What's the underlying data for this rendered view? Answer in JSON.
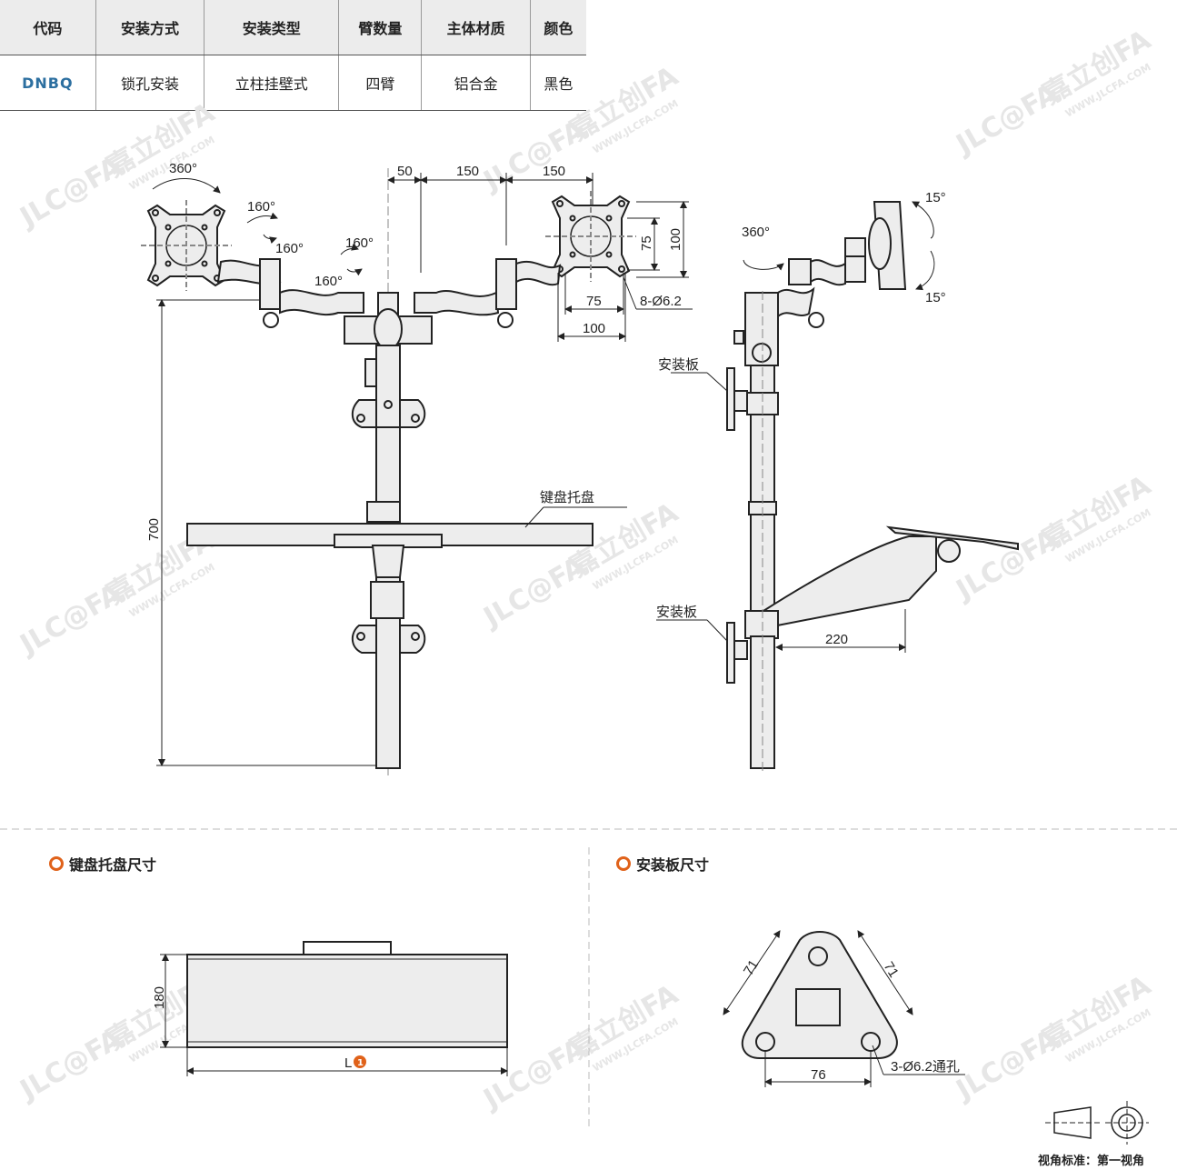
{
  "table": {
    "headers": [
      "代码",
      "安装方式",
      "安装类型",
      "臂数量",
      "主体材质",
      "颜色"
    ],
    "row": [
      "DNBQ",
      "锁孔安装",
      "立柱挂壁式",
      "四臂",
      "铝合金",
      "黑色"
    ]
  },
  "front_view": {
    "rot_360": "360°",
    "rot_160_a": "160°",
    "rot_160_b": "160°",
    "rot_160_c": "160°",
    "rot_160_d": "160°",
    "dim_50": "50",
    "dim_150_a": "150",
    "dim_150_b": "150",
    "dim_75_v": "75",
    "dim_100_v": "100",
    "dim_75_h": "75",
    "dim_100_h": "100",
    "holes": "8-Ø6.2",
    "dim_700": "700",
    "keyboard_tray_label": "键盘托盘"
  },
  "side_view": {
    "rot_360": "360°",
    "tilt_up": "15°",
    "tilt_down": "15°",
    "mount_plate_top": "安装板",
    "mount_plate_bottom": "安装板",
    "dim_220": "220"
  },
  "tray_section": {
    "title": "键盘托盘尺寸",
    "dim_180": "180",
    "dim_L": "L",
    "dim_L_note": "1"
  },
  "plate_section": {
    "title": "安装板尺寸",
    "dim_71_a": "71",
    "dim_71_b": "71",
    "dim_76": "76",
    "holes": "3-Ø6.2通孔"
  },
  "projection_standard": "视角标准：第一视角",
  "watermark": {
    "logo": "JLC@FA",
    "cn": "嘉立创FA",
    "url": "WWW.JLCFA.COM"
  },
  "colors": {
    "accent": "#e0621a",
    "code": "#2c6fa0",
    "line": "#222222",
    "fill": "#ededed"
  }
}
